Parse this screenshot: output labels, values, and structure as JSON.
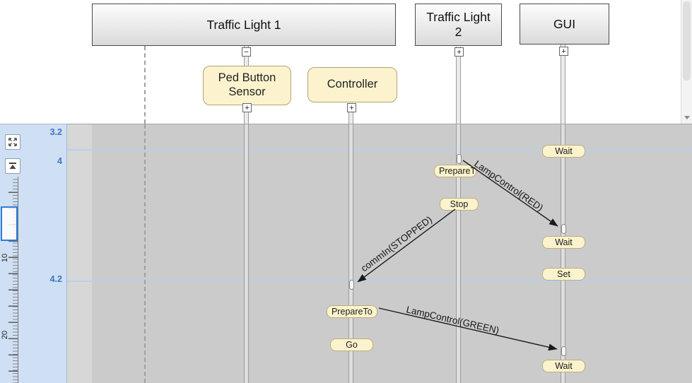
{
  "header": {
    "lifelines": [
      {
        "label": "Traffic Light 1",
        "toggle": "−"
      },
      {
        "label": "Traffic Light 2",
        "toggle": "+"
      },
      {
        "label": "GUI",
        "toggle": "+"
      }
    ],
    "children": [
      {
        "label": "Ped Button Sensor",
        "toggle": "+"
      },
      {
        "label": "Controller",
        "toggle": "+"
      }
    ]
  },
  "gutter": {
    "row_labels": [
      "3.2",
      "4",
      "4.2"
    ],
    "ruler_labels": [
      "10",
      "20"
    ]
  },
  "events": [
    {
      "label": "Wait"
    },
    {
      "label": "PrepareT"
    },
    {
      "label": "Stop"
    },
    {
      "label": "Wait"
    },
    {
      "label": "Set"
    },
    {
      "label": "PrepareTo"
    },
    {
      "label": "Go"
    },
    {
      "label": "Wait"
    }
  ],
  "messages": [
    {
      "label": "LampControl(RED)"
    },
    {
      "label": "commIn(STOPPED)"
    },
    {
      "label": "LampControl(GREEN)"
    }
  ],
  "icons": {
    "fit_view": "expand-arrows",
    "scroll_to_top": "arrow-to-top",
    "scroll_down": "triangle-down"
  },
  "colors": {
    "canvas_bg": "#cbcbcb",
    "gutter_bg": "#cfe0f4",
    "event_fill": "#fbf3cd",
    "event_border": "#bfae7b",
    "row_line": "#b9cfec",
    "row_label_text": "#3f74c2",
    "selection_accent": "#2f7bd9"
  }
}
